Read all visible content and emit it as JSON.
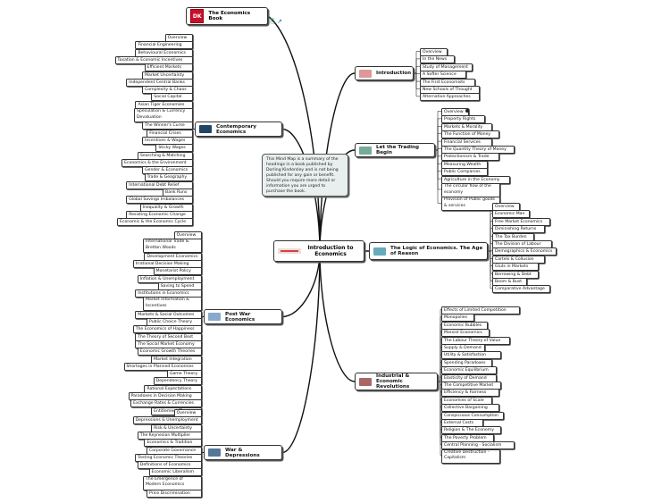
{
  "central": {
    "title": "Introduction to Economics",
    "icon": "economics-logo-icon"
  },
  "book": {
    "label": "The Economics Book",
    "logo_text": "DK"
  },
  "note": {
    "text": "This Mind Map is a summary of the headings in a book published by Dorling Kindersley and is not being published for any gain or benefit. Should you require more detail or information you are urged to purchase the book."
  },
  "branches": {
    "introduction": {
      "label": "Introduction",
      "items": [
        "Overview",
        "In the News",
        "Study of Management",
        "A Softer Science",
        "The First Economists",
        "New Schools of Thought",
        "Alternative Approaches"
      ]
    },
    "trading": {
      "label": "Let the Trading Begin",
      "items": [
        "Overview",
        "Property Rights",
        "Markets & Morality",
        "The Function of Money",
        "Financial Services",
        "The Quantity Theory of Money",
        "Protectionism & Trade",
        "Measuring Wealth",
        "Public Companies",
        "Agriculture in the Economy",
        "The circular flow of the economy",
        "Provision of Public goods & services"
      ]
    },
    "logic": {
      "label": "The Logic of Economics. The Age of Reason",
      "items": [
        "Overview",
        "Economic Man",
        "Free Market Economics",
        "Diminishing Returns",
        "The Tax Burden",
        "The Division of Labour",
        "Demographics & Economics",
        "Cartels & Collusion",
        "Gluts in Markets",
        "Borrowing & Debt",
        "Boom & Bust",
        "Comparative Advantage"
      ]
    },
    "industrial": {
      "label": "Industrial & Economic Revolutions",
      "items": [
        "Effects of Limited Competition",
        "Monopolies",
        "Economic Bubbles",
        "Marxist Economics",
        "The Labour Theory of Value",
        "Supply & Demand",
        "Utility & Satisfaction",
        "Spending Paradoxes",
        "Economic Equilibrium",
        "Elasticity of Demand",
        "The Competitive Market",
        "Efficiency & Fairness",
        "Economies of Scale",
        "Collective Bargaining",
        "Conspicuous Consumption",
        "External Costs",
        "Religion & The Economy",
        "The Poverty Problem",
        "Central Planning - Socialism",
        "Creative Destruction - Capitalism"
      ]
    },
    "contemporary": {
      "label": "Contemporary Economics",
      "items": [
        "Overview",
        "Financial Engineering",
        "Behavioural Economics",
        "Taxation & Economic Incentives",
        "Efficient Markets",
        "Market Uncertainty",
        "Independent Central Banks",
        "Complexity & Chaos",
        "Social Capital",
        "Asian Tiger Economies",
        "Speculation & Currency Devaluation",
        "The Winner's Curse",
        "Financial Crises",
        "Incentives & Wages",
        "Sticky Wages",
        "Searching & Matching",
        "Economics & the Environment",
        "Gender & Economics",
        "Trade & Geography",
        "International Debt Relief",
        "Bank Runs",
        "Global Savings Imbalances",
        "Inequality & Growth",
        "Resisting Economic Change",
        "Economic & the Economic Cycle"
      ]
    },
    "postwar": {
      "label": "Post War Economics",
      "items": [
        "Overview",
        "International Trade & Bretton Woods",
        "Development Economics",
        "Irrational Decision Making",
        "Monetarist Policy",
        "Inflation & Unemployment",
        "Saving to Spend",
        "Institutions in Economics",
        "Market Information & Incentives",
        "Markets & Social Outcomes",
        "Public Choice Theory",
        "The Economics of Happiness",
        "The Theory of Second Best",
        "The Social Market Economy",
        "Economic Growth Theories",
        "Market Integration",
        "Shortages in Planned Economies",
        "Game Theory",
        "Dependency Theory",
        "Rational Expectations",
        "Paradoxes in Decision Making",
        "Exchange Rates & Currencies",
        "Entitlement Theory"
      ]
    },
    "war": {
      "label": "War & Depressions",
      "items": [
        "Overview",
        "Depressions & Unemployment",
        "Risk & Uncertainty",
        "The Keynesian Multiplier",
        "Economics & Tradition",
        "Corporate Governance",
        "Testing Economic Theories",
        "Definitions of Economics",
        "Economic Liberalism",
        "The Emergence of Modern Economics",
        "Price Discrimination"
      ]
    }
  },
  "colors": {
    "note_bg": "#e8efee",
    "border": "#333333",
    "dk_red": "#c8102e"
  }
}
